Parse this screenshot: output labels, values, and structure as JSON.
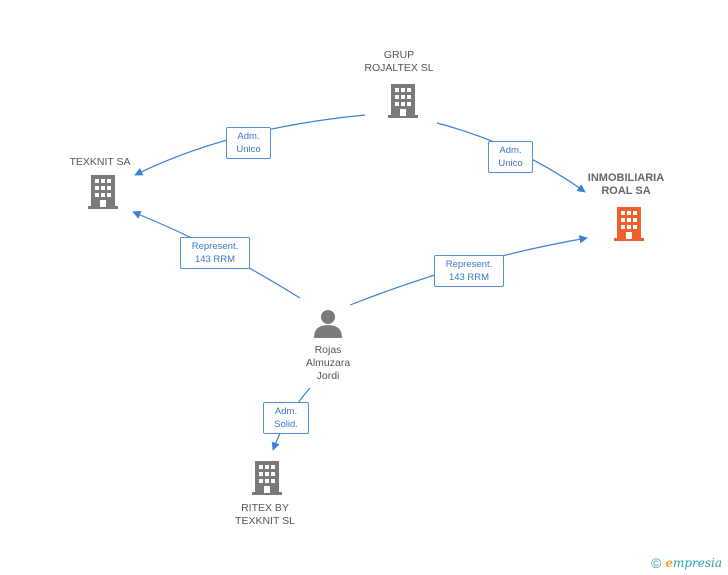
{
  "nodes": {
    "grup_rojaltex": {
      "label_line1": "GRUP",
      "label_line2": "ROJALTEX SL"
    },
    "texknit": {
      "label_line1": "TEXKNIT SA"
    },
    "inmobiliaria": {
      "label_line1": "INMOBILIARIA",
      "label_line2": "ROAL SA",
      "color": "#f0602f"
    },
    "person": {
      "label_line1": "Rojas",
      "label_line2": "Almuzara",
      "label_line3": "Jordi"
    },
    "ritex": {
      "label_line1": "RITEX BY",
      "label_line2": "TEXKNIT SL"
    }
  },
  "edges": {
    "grup_to_texknit": {
      "line1": "Adm.",
      "line2": "Unico"
    },
    "grup_to_inmobiliaria": {
      "line1": "Adm.",
      "line2": "Unico"
    },
    "person_to_texknit": {
      "line1": "Represent.",
      "line2": "143 RRM"
    },
    "person_to_inmobiliaria": {
      "line1": "Represent.",
      "line2": "143 RRM"
    },
    "person_to_ritex": {
      "line1": "Adm.",
      "line2": "Solid."
    }
  },
  "colors": {
    "building": "#7a7a7a",
    "focus_building": "#f0602f",
    "edge": "#3d7fd6"
  },
  "footer": {
    "copyright": "©",
    "brand_initial": "e",
    "brand_rest": "mpresia"
  }
}
